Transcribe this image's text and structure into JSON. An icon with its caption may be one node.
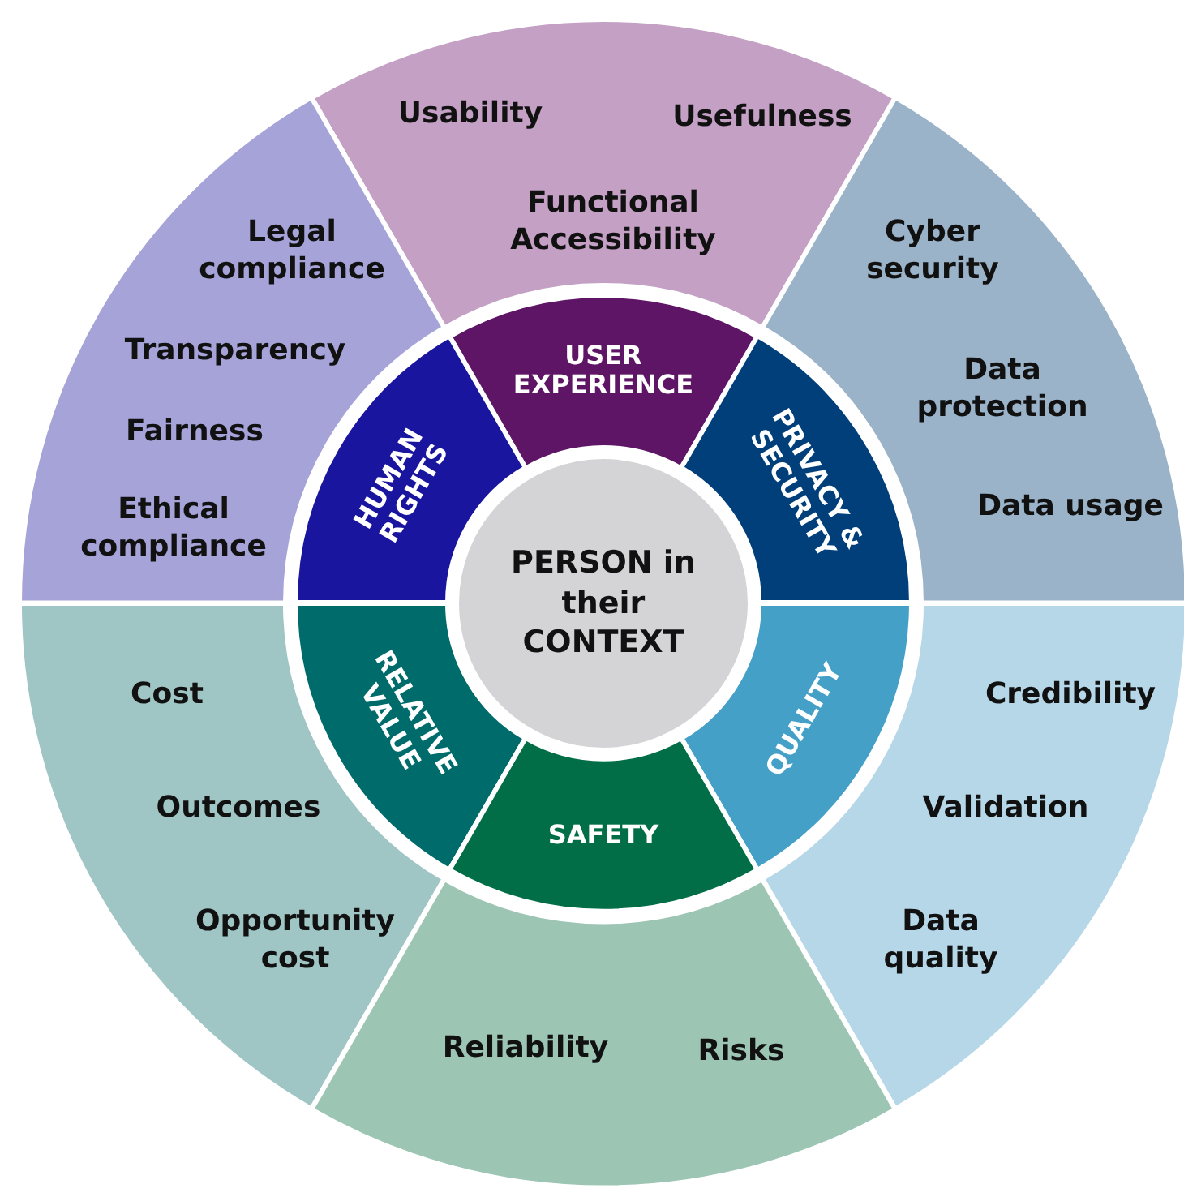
{
  "diagram": {
    "nodes": [
      {
        "text": [
          "Usability",
          "Usefulness",
          "Functional Accessibility"
        ]
      },
      {
        "text": [
          "Legal compliance",
          "Transparency",
          "Fairness",
          "Ethical compliance"
        ]
      },
      {
        "text": [
          "Cyber security",
          "Data protection",
          "Data usage"
        ]
      },
      {
        "text": [
          "USER EXPERIENCE"
        ]
      },
      {
        "text": [
          "HUMAN RIGHTS"
        ]
      },
      {
        "text": [
          "PRIVACY & SECURITY"
        ]
      },
      {
        "text": [
          "PERSON in their CONTEXT"
        ]
      },
      {
        "text": [
          "RELATIVE VALUE"
        ]
      },
      {
        "text": [
          "QUALITY"
        ]
      },
      {
        "text": [
          "SAFETY"
        ]
      },
      {
        "text": [
          "Cost",
          "Outcomes",
          "Opportunity cost"
        ]
      },
      {
        "text": [
          "Credibility",
          "Validation",
          "Data quality"
        ]
      },
      {
        "text": [
          "Reliability",
          "Risks"
        ]
      }
    ]
  }
}
